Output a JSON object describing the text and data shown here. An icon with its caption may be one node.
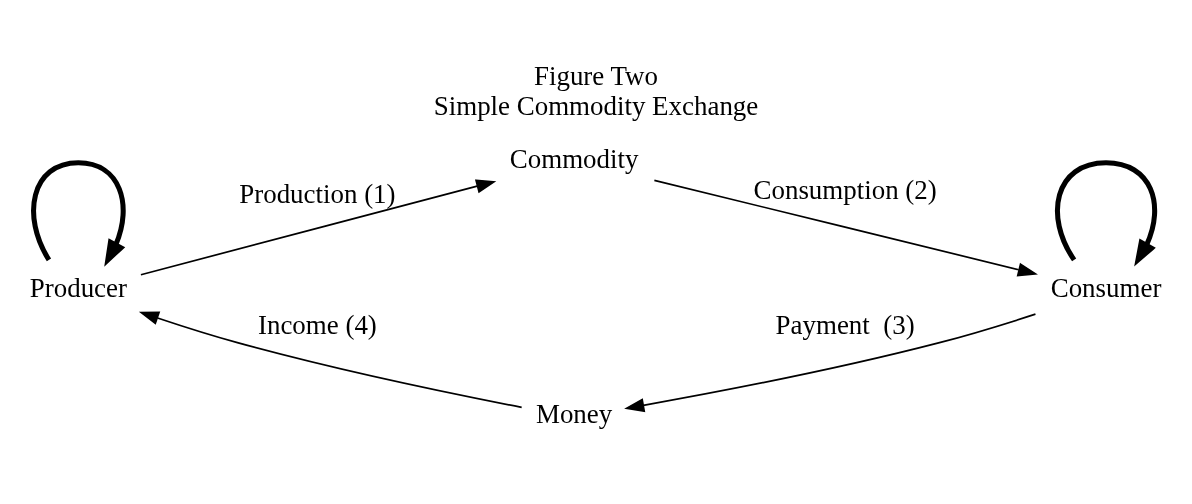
{
  "diagram": {
    "title": "Figure Two",
    "caption": "Simple Commodity Exchange",
    "nodes": [
      {
        "text": [
          "Producer"
        ]
      },
      {
        "text": [
          "Commodity"
        ]
      },
      {
        "text": [
          "Consumer"
        ]
      },
      {
        "text": [
          "Money"
        ]
      }
    ],
    "edges": [
      {
        "from": 0,
        "to": 1,
        "arrow": "to",
        "label": "Production (1)"
      },
      {
        "from": 1,
        "to": 2,
        "arrow": "to",
        "label": "Consumption (2)"
      },
      {
        "from": 2,
        "to": 3,
        "arrow": "to",
        "label": "Payment  (3)"
      },
      {
        "from": 3,
        "to": 0,
        "arrow": "to",
        "label": "Income (4)"
      },
      {
        "from": 0,
        "to": 0,
        "arrow": "to",
        "style": "thick"
      },
      {
        "from": 2,
        "to": 2,
        "arrow": "to",
        "style": "thick"
      }
    ]
  }
}
